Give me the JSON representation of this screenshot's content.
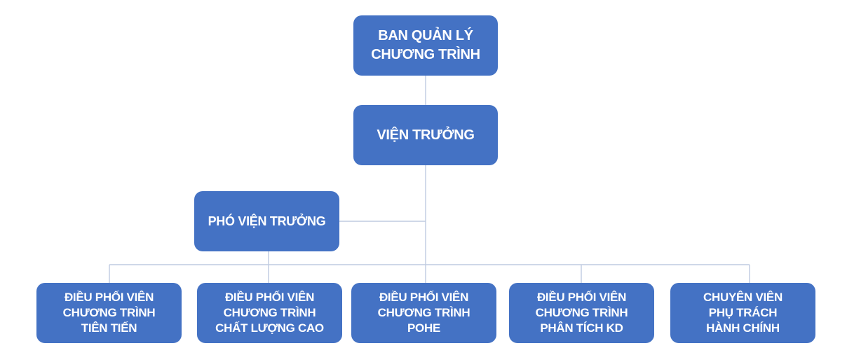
{
  "org_chart": {
    "board": {
      "lines": [
        "BAN QUẢN LÝ",
        "CHƯƠNG TRÌNH"
      ]
    },
    "director": {
      "lines": [
        "VIỆN TRƯỞNG"
      ]
    },
    "deputy": {
      "lines": [
        "PHÓ VIỆN TRƯỞNG"
      ]
    },
    "units": [
      {
        "lines": [
          "ĐIỀU PHỐI VIÊN",
          "CHƯƠNG TRÌNH",
          "TIÊN TIẾN"
        ]
      },
      {
        "lines": [
          "ĐIỀU PHỐI VIÊN",
          "CHƯƠNG TRÌNH",
          "CHẤT LƯỢNG CAO"
        ]
      },
      {
        "lines": [
          "ĐIỀU PHỐI VIÊN",
          "CHƯƠNG TRÌNH",
          "POHE"
        ]
      },
      {
        "lines": [
          "ĐIỀU PHỐI VIÊN",
          "CHƯƠNG TRÌNH",
          "PHÂN TÍCH KD"
        ]
      },
      {
        "lines": [
          "CHUYÊN VIÊN",
          "PHỤ TRÁCH",
          "HÀNH CHÍNH"
        ]
      }
    ],
    "colors": {
      "box": "#4472c4",
      "text": "#ffffff",
      "connector": "#bfcbe0"
    }
  }
}
